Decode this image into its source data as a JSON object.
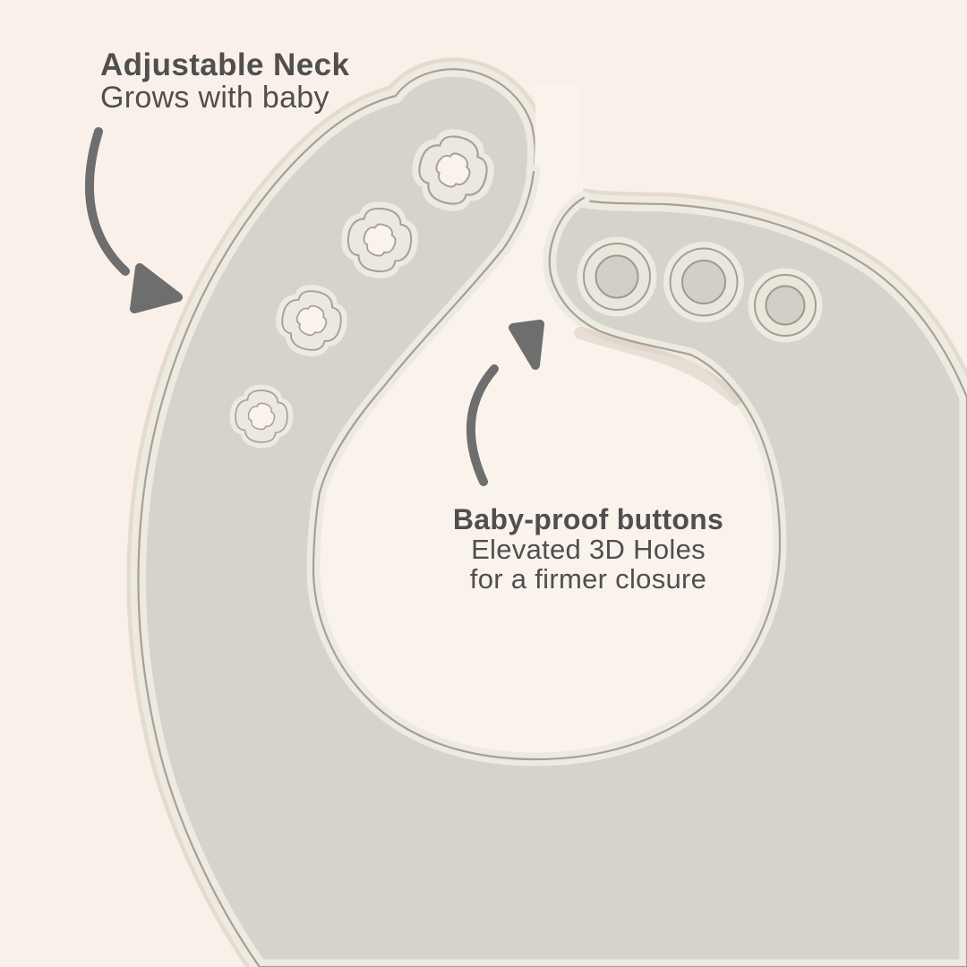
{
  "page": {
    "background_color": "#f9f1e9",
    "description": "Silicone baby bib product infographic"
  },
  "annotations": {
    "adjustable_neck": {
      "title": "Adjustable Neck",
      "subtitle": "Grows with baby",
      "icon": "curved-arrow-down-right"
    },
    "baby_proof_buttons": {
      "title": "Baby-proof buttons",
      "line1": "Elevated 3D Holes",
      "line2": "for a firmer closure",
      "icon": "curved-arrow-up-right"
    }
  },
  "product": {
    "name": "silicone-baby-bib",
    "parts": {
      "neck_strap": "adjustable neck strap",
      "adjustment_holes_count": 4,
      "snap_buttons_count": 3,
      "neck_opening": "neck opening"
    },
    "colors": {
      "silicone": "#d6d3cb",
      "rim_highlight": "#edeae1",
      "edge_line": "#a9a092",
      "opening": "#faf3ec"
    }
  },
  "style": {
    "text_color": "#4f4f4f",
    "arrow_color": "#6e6e6e"
  }
}
